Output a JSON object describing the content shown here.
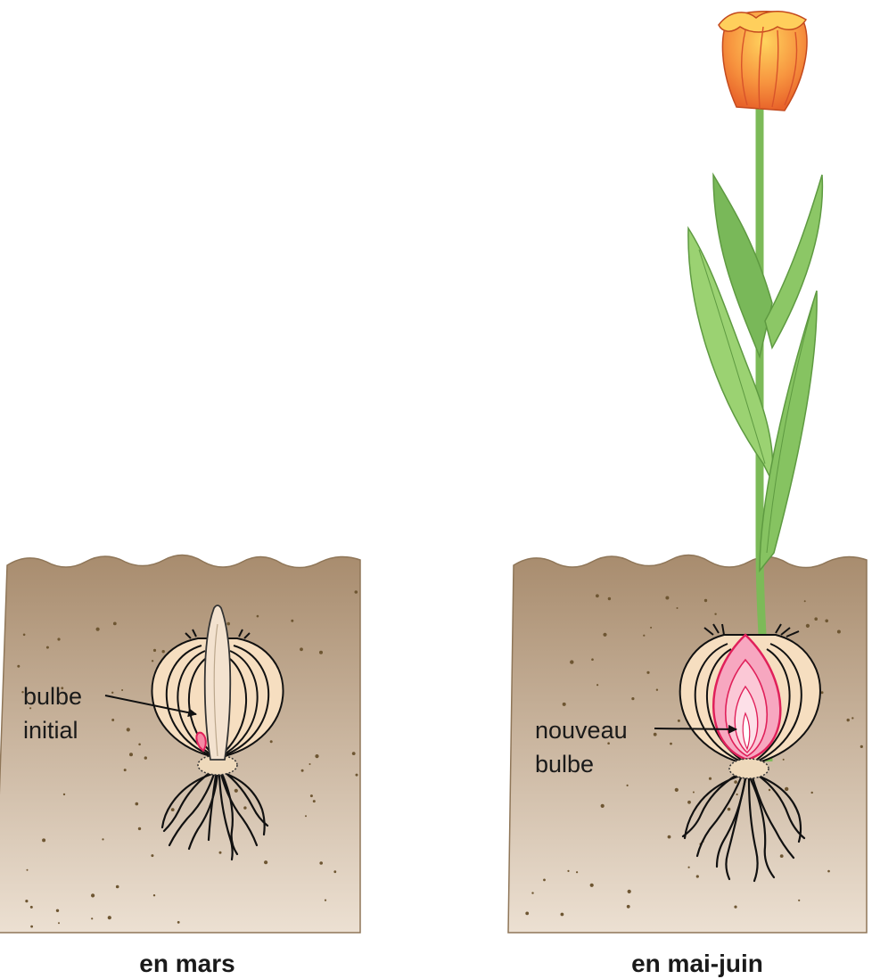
{
  "panels": [
    {
      "caption": "en mars",
      "callout": [
        "bulbe",
        "initial"
      ]
    },
    {
      "caption": "en mai-juin",
      "callout": [
        "nouveau",
        "bulbe"
      ]
    }
  ],
  "colors": {
    "soil_top": "#a88c6e",
    "soil_bottom": "#ece0d2",
    "soil_dots": "#6e5632",
    "bulb_scale": "#f6dec0",
    "new_bulb": "#f7a7c0",
    "new_bulb_outline": "#e0205a",
    "leaf": "#8cc766",
    "leaf_dark": "#6aa84a",
    "flower": "#f08a3a",
    "flower_light": "#ffd060"
  }
}
